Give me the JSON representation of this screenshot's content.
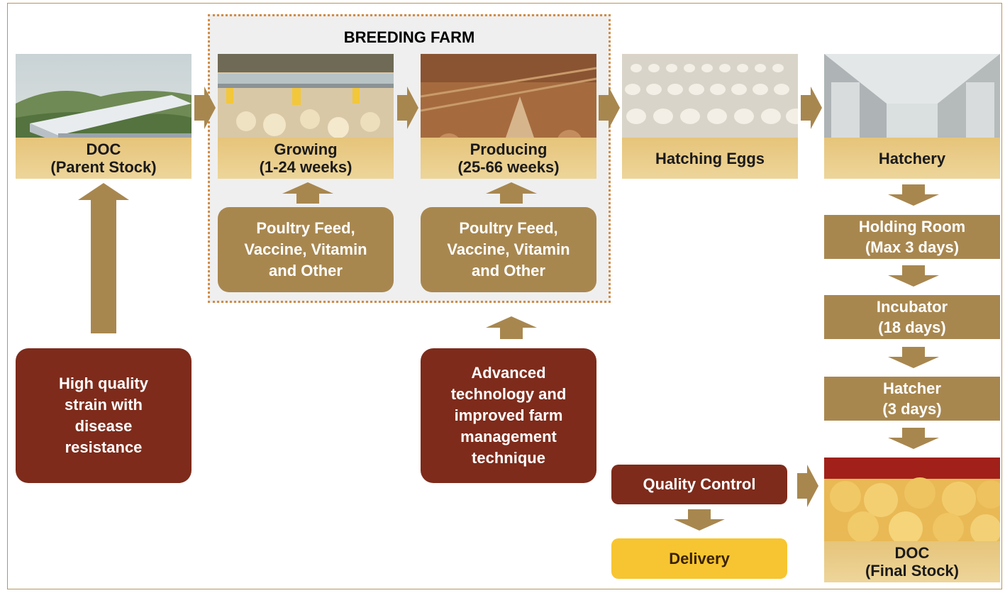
{
  "breeding_farm": {
    "title": "BREEDING FARM"
  },
  "photos": {
    "doc_parent": "DOC\n(Parent Stock)",
    "growing": "Growing\n(1-24 weeks)",
    "producing": "Producing\n(25-66 weeks)",
    "hatching_eggs": "Hatching Eggs",
    "hatchery": "Hatchery",
    "doc_final": "DOC\n(Final Stock)"
  },
  "inputs": {
    "feed_growing": "Poultry Feed,\nVaccine, Vitamin\nand Other",
    "feed_producing": "Poultry Feed,\nVaccine, Vitamin\nand Other"
  },
  "drivers": {
    "strain": "High quality\nstrain with\ndisease\nresistance",
    "technology": "Advanced\ntechnology and\nimproved farm\nmanagement\ntechnique"
  },
  "hatchery_steps": {
    "holding_room": "Holding Room\n(Max 3 days)",
    "incubator": "Incubator\n(18 days)",
    "hatcher": "Hatcher\n(3 days)"
  },
  "quality_control": "Quality Control",
  "delivery": "Delivery",
  "colors": {
    "tan": "#a8874f",
    "dark_red": "#7e2b1b",
    "yellow": "#f7c531",
    "dotted_border": "#d38b43"
  }
}
